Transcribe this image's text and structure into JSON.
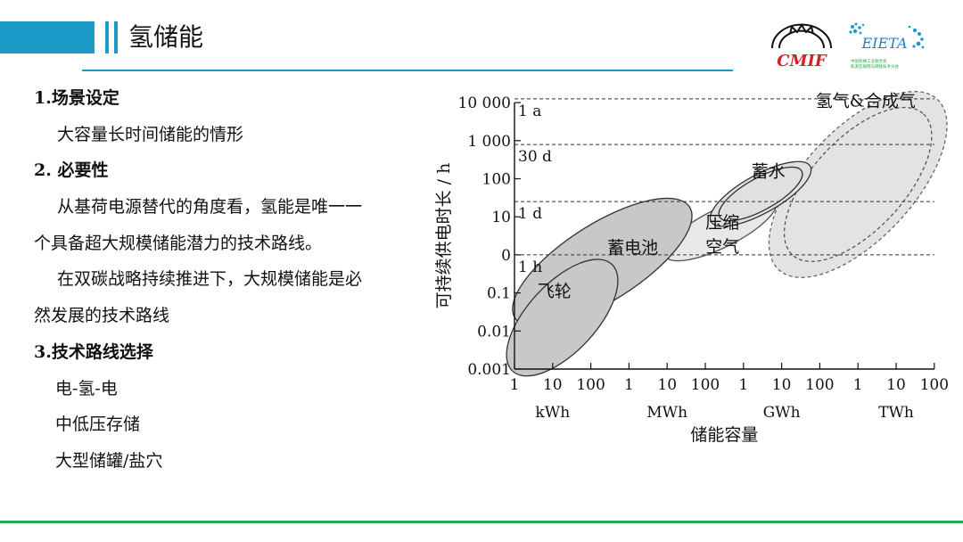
{
  "header": {
    "title": "氢储能",
    "colors": {
      "accent": "#1b9cc8",
      "footer": "#2aa84a",
      "logo_red": "#d4202a"
    },
    "logos": [
      {
        "name": "cmif-logo",
        "text": "CMIF"
      },
      {
        "name": "eieta-logo",
        "text": "EIETA",
        "subtext": [
          "中国机械工业联合会",
          "能源互联网与储能技术分会"
        ]
      }
    ]
  },
  "content": {
    "lines": [
      {
        "text": "1.场景设定",
        "style": "heading"
      },
      {
        "text": "大容量长时间储能的情形",
        "style": "indent2"
      },
      {
        "text": "2. 必要性",
        "style": "heading"
      },
      {
        "text": "从基荷电源替代的角度看，氢能是唯一一",
        "style": "indent2"
      },
      {
        "text": "个具备超大规模储能潜力的技术路线。",
        "style": "flush"
      },
      {
        "text": "在双碳战略持续推进下，大规模储能是必",
        "style": "indent2"
      },
      {
        "text": "然发展的技术路线",
        "style": "flush"
      },
      {
        "text": "3.技术路线选择",
        "style": "heading"
      },
      {
        "text": "电-氢-电",
        "style": "indent1"
      },
      {
        "text": "中低压存储",
        "style": "indent1"
      },
      {
        "text": "大型储罐/盐穴",
        "style": "indent1"
      }
    ]
  },
  "chart_data": {
    "type": "scatter",
    "title": "",
    "xlabel": "储能容量",
    "ylabel": "可持续供电时长 / h",
    "x_ticks": [
      "1",
      "10",
      "100",
      "1",
      "10",
      "100",
      "1",
      "10",
      "100",
      "1",
      "10",
      "100"
    ],
    "x_units": [
      "kWh",
      "MWh",
      "GWh",
      "TWh"
    ],
    "y_ticks": [
      "0.001",
      "0.01",
      "0.1",
      "0",
      "10",
      "100",
      "1 000",
      "10 000"
    ],
    "reference_lines": [
      {
        "label": "1 a",
        "y_index": 7.1
      },
      {
        "label": "30 d",
        "y_index": 5.9
      },
      {
        "label": "1 d",
        "y_index": 4.4
      },
      {
        "label": "1 h",
        "y_index": 3.0
      }
    ],
    "regions": [
      {
        "name": "氢气&合成气",
        "x_index": [
          7.0,
          11.0
        ],
        "y_index": [
          2.7,
          7.0
        ]
      },
      {
        "name": "蓄水",
        "x_index": [
          5.2,
          7.7
        ],
        "y_index": [
          3.9,
          5.3
        ]
      },
      {
        "name": "压缩空气",
        "x_index": [
          4.0,
          6.8
        ],
        "y_index": [
          3.0,
          4.4
        ]
      },
      {
        "name": "蓄电池",
        "x_index": [
          0.1,
          4.5
        ],
        "y_index": [
          1.4,
          4.2
        ]
      },
      {
        "name": "飞轮",
        "x_index": [
          0.0,
          2.5
        ],
        "y_index": [
          0.0,
          2.7
        ]
      }
    ],
    "grid": false,
    "legend": "none"
  }
}
